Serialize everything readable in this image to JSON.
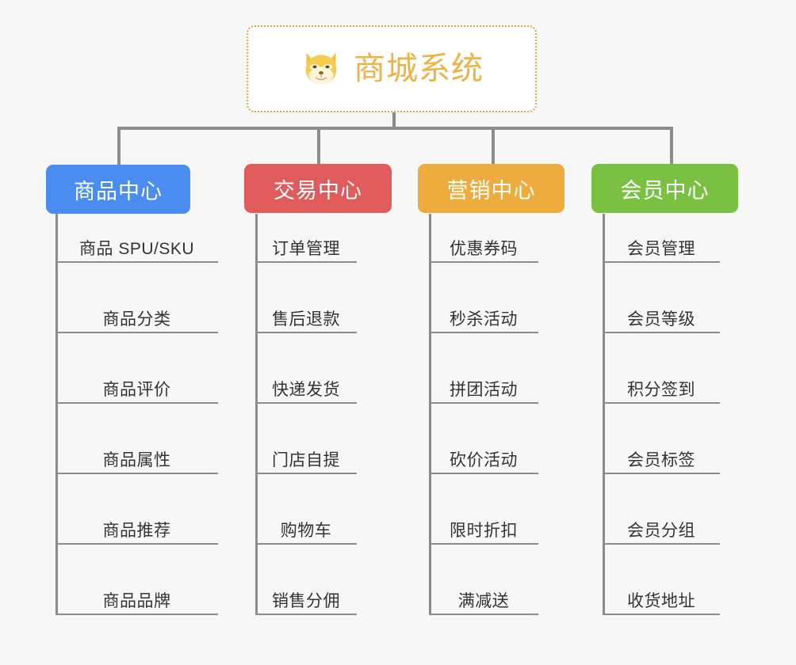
{
  "background_color": "#f7f7f7",
  "connector_color": "#8c8c8c",
  "root": {
    "title": "商城系统",
    "icon": "shiba-dog-icon",
    "title_color": "#efb345",
    "border_color": "#e8a33d",
    "background_color": "#ffffff"
  },
  "categories": [
    {
      "label": "商品中心",
      "color": "#4a8cf0",
      "items": [
        "商品 SPU/SKU",
        "商品分类",
        "商品评价",
        "商品属性",
        "商品推荐",
        "商品品牌"
      ]
    },
    {
      "label": "交易中心",
      "color": "#e05b5b",
      "items": [
        "订单管理",
        "售后退款",
        "快递发货",
        "门店自提",
        "购物车",
        "销售分佣"
      ]
    },
    {
      "label": "营销中心",
      "color": "#eeab3e",
      "items": [
        "优惠券码",
        "秒杀活动",
        "拼团活动",
        "砍价活动",
        "限时折扣",
        "满减送"
      ]
    },
    {
      "label": "会员中心",
      "color": "#7ac143",
      "items": [
        "会员管理",
        "会员等级",
        "积分签到",
        "会员标签",
        "会员分组",
        "收货地址"
      ]
    }
  ]
}
